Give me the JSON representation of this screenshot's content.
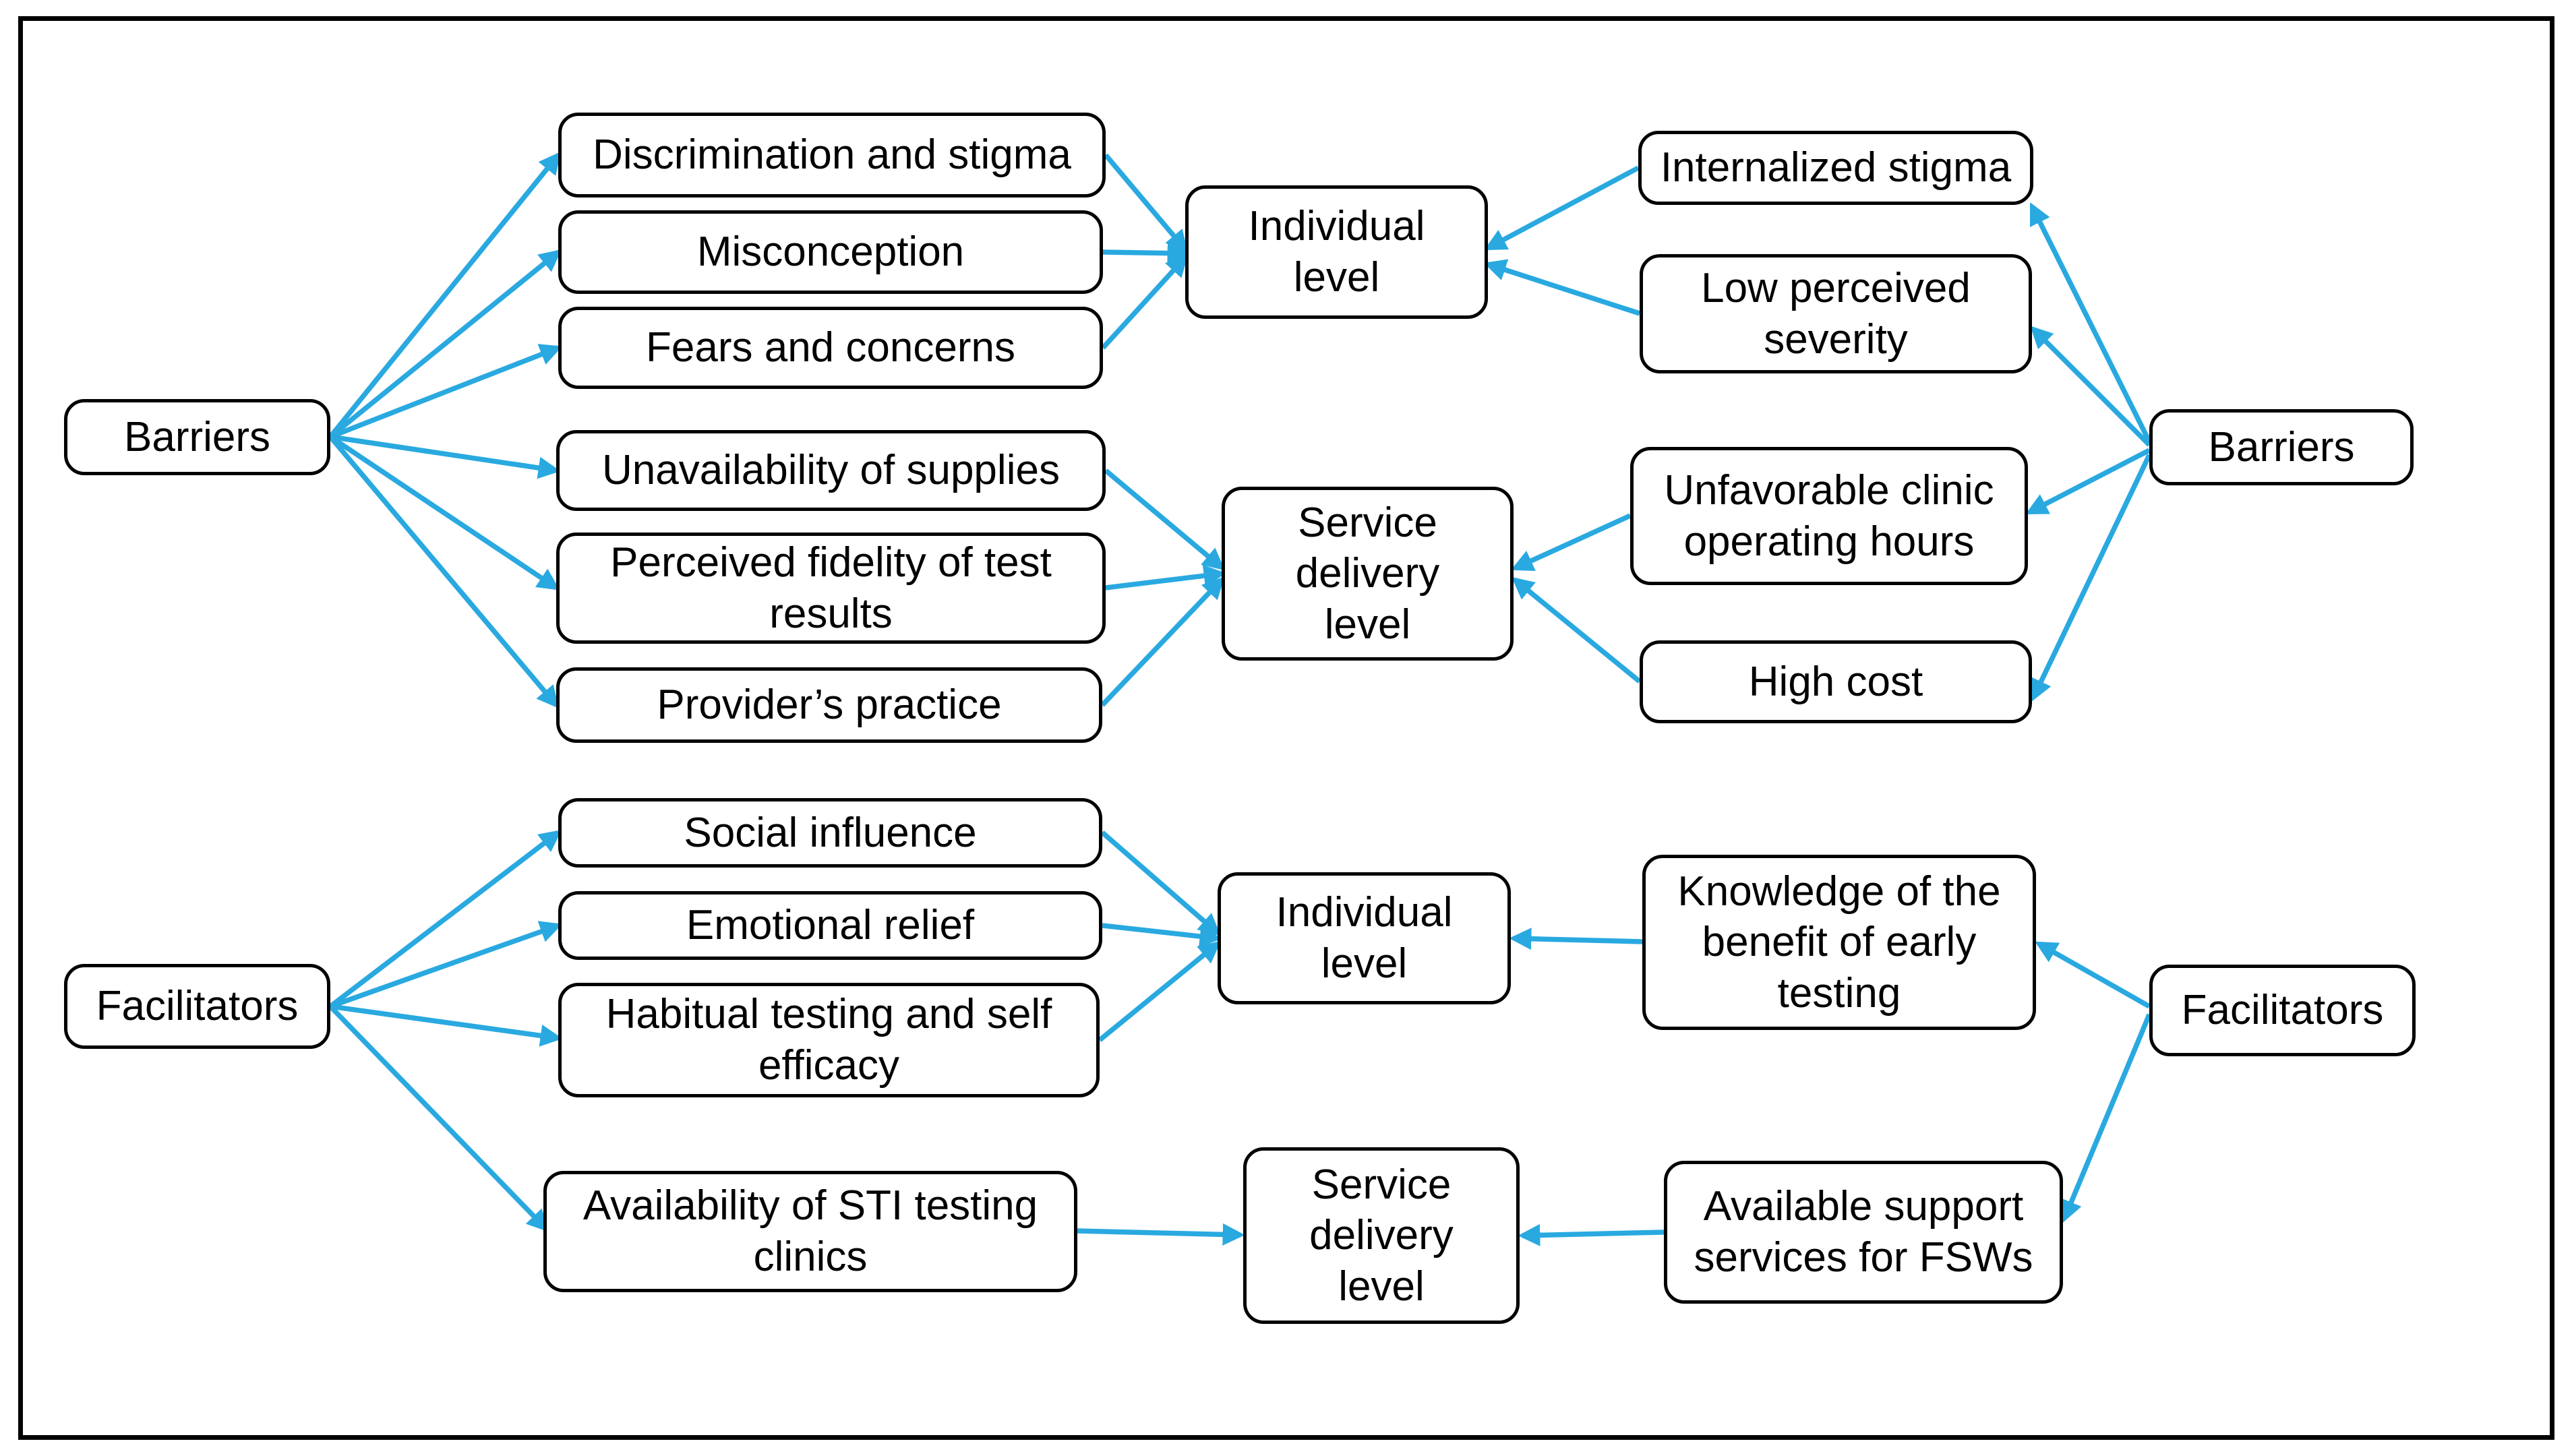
{
  "colors": {
    "arrow": "#29A9E0",
    "node_border": "#000000",
    "background": "#ffffff",
    "text": "#000000"
  },
  "nodes": {
    "barriers_left": {
      "label": "Barriers"
    },
    "discrimination": {
      "label": "Discrimination and stigma"
    },
    "misconception": {
      "label": "Misconception"
    },
    "fears": {
      "label": "Fears and concerns"
    },
    "unavailability": {
      "label": "Unavailability of supplies"
    },
    "fidelity": {
      "label": "Perceived fidelity of test results"
    },
    "provider": {
      "label": "Provider’s practice"
    },
    "individual_top": {
      "label": "Individual level"
    },
    "service_top": {
      "label": "Service delivery level"
    },
    "internalized": {
      "label": "Internalized stigma"
    },
    "low_severity": {
      "label": "Low perceived severity"
    },
    "unfavorable": {
      "label": "Unfavorable clinic operating hours"
    },
    "high_cost": {
      "label": "High cost"
    },
    "barriers_right": {
      "label": "Barriers"
    },
    "facilitators_left": {
      "label": "Facilitators"
    },
    "social": {
      "label": "Social influence"
    },
    "emotional": {
      "label": "Emotional relief"
    },
    "habitual": {
      "label": "Habitual testing and self efficacy"
    },
    "availability": {
      "label": "Availability of STI testing clinics"
    },
    "individual_bottom": {
      "label": "Individual level"
    },
    "service_bottom": {
      "label": "Service delivery level"
    },
    "knowledge": {
      "label": "Knowledge of the benefit of early testing"
    },
    "support": {
      "label": "Available support services for FSWs"
    },
    "facilitators_right": {
      "label": "Facilitators"
    }
  },
  "edges": [
    {
      "from": "barriers_left",
      "to": "discrimination"
    },
    {
      "from": "barriers_left",
      "to": "misconception"
    },
    {
      "from": "barriers_left",
      "to": "fears"
    },
    {
      "from": "barriers_left",
      "to": "unavailability"
    },
    {
      "from": "barriers_left",
      "to": "fidelity"
    },
    {
      "from": "barriers_left",
      "to": "provider"
    },
    {
      "from": "discrimination",
      "to": "individual_top"
    },
    {
      "from": "misconception",
      "to": "individual_top"
    },
    {
      "from": "fears",
      "to": "individual_top"
    },
    {
      "from": "internalized",
      "to": "individual_top"
    },
    {
      "from": "low_severity",
      "to": "individual_top"
    },
    {
      "from": "barriers_right",
      "to": "internalized"
    },
    {
      "from": "barriers_right",
      "to": "low_severity"
    },
    {
      "from": "barriers_right",
      "to": "unfavorable"
    },
    {
      "from": "barriers_right",
      "to": "high_cost"
    },
    {
      "from": "unavailability",
      "to": "service_top"
    },
    {
      "from": "fidelity",
      "to": "service_top"
    },
    {
      "from": "provider",
      "to": "service_top"
    },
    {
      "from": "unfavorable",
      "to": "service_top"
    },
    {
      "from": "high_cost",
      "to": "service_top"
    },
    {
      "from": "facilitators_left",
      "to": "social"
    },
    {
      "from": "facilitators_left",
      "to": "emotional"
    },
    {
      "from": "facilitators_left",
      "to": "habitual"
    },
    {
      "from": "facilitators_left",
      "to": "availability"
    },
    {
      "from": "social",
      "to": "individual_bottom"
    },
    {
      "from": "emotional",
      "to": "individual_bottom"
    },
    {
      "from": "habitual",
      "to": "individual_bottom"
    },
    {
      "from": "knowledge",
      "to": "individual_bottom"
    },
    {
      "from": "facilitators_right",
      "to": "knowledge"
    },
    {
      "from": "facilitators_right",
      "to": "support"
    },
    {
      "from": "availability",
      "to": "service_bottom"
    },
    {
      "from": "support",
      "to": "service_bottom"
    }
  ]
}
